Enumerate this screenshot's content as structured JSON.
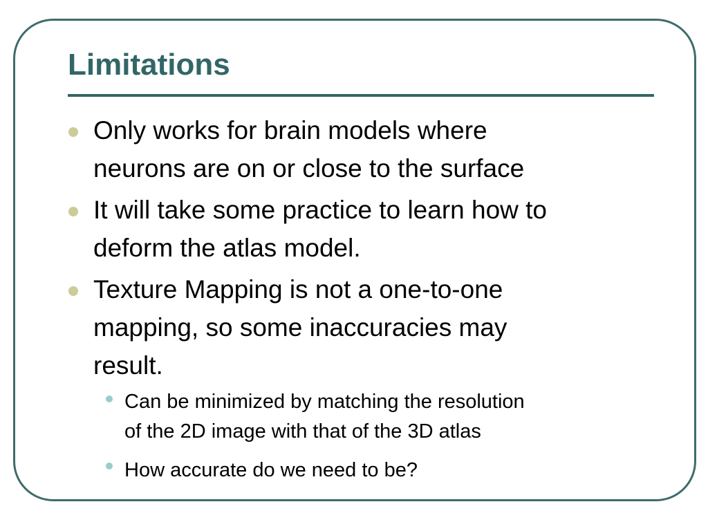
{
  "slide": {
    "title": "Limitations",
    "bullets": [
      {
        "text": "Only works for brain models where\nneurons are on or close to the surface"
      },
      {
        "text": "It will take some practice to learn how to\ndeform the atlas model."
      },
      {
        "text": "Texture Mapping is not a one-to-one\nmapping, so some inaccuracies may\nresult."
      }
    ],
    "sub_bullets": [
      {
        "text": "Can be minimized by matching the resolution\nof the 2D image with that of the 3D atlas"
      },
      {
        "text": "How accurate do we need to be?"
      }
    ]
  },
  "colors": {
    "frame": "#3f6b6b",
    "title": "#336666",
    "bullet_level1": "#cccc99",
    "bullet_level2": "#99cccc",
    "text": "#000000"
  }
}
